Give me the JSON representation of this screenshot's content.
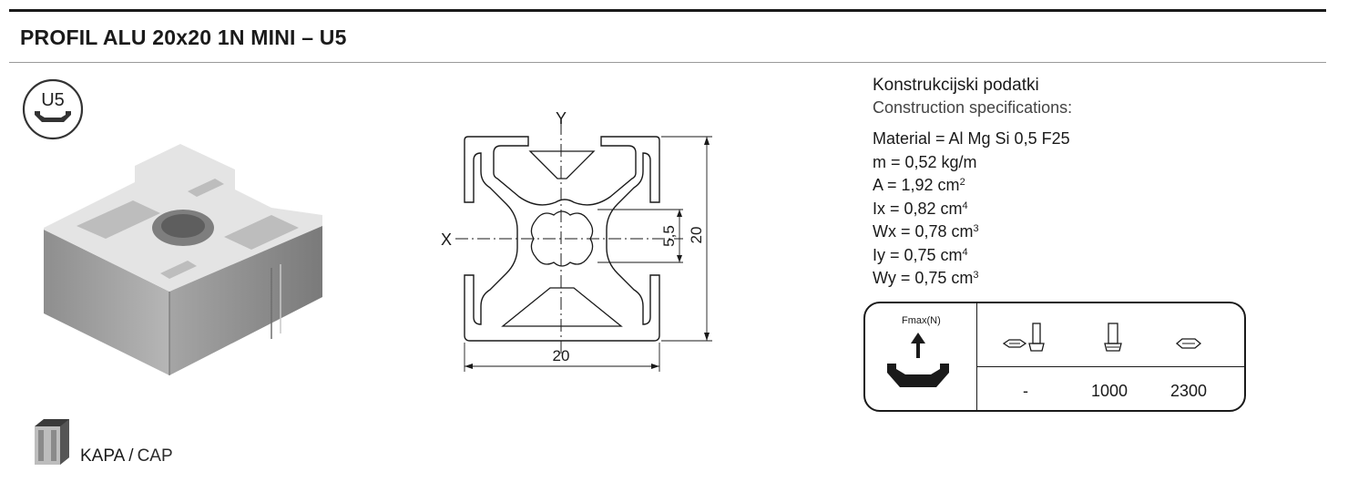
{
  "header": {
    "title": "PROFIL ALU 20x20 1N MINI – U5"
  },
  "badge": {
    "label": "U5",
    "icon": "u5-slot-badge-icon"
  },
  "section": {
    "axis_x": "X",
    "axis_y": "Y",
    "dim_width": "20",
    "dim_height": "20",
    "dim_bore": "5,5"
  },
  "cap": {
    "label_local": "KAPA",
    "separator": "/",
    "label_en": "CAP",
    "icon": "end-cap-icon"
  },
  "specs": {
    "heading_local": "Konstrukcijski podatki",
    "heading_en": "Construction specifications:",
    "material": "Material = Al Mg Si 0,5 F25",
    "mass": "m = 0,52 kg/m",
    "area": "A = 1,92 cm",
    "area_exp": "2",
    "ix": "Ix = 0,82 cm",
    "ix_exp": "4",
    "wx": "Wx = 0,78 cm",
    "wx_exp": "3",
    "iy": "Iy = 0,75 cm",
    "iy_exp": "4",
    "wy": "Wy = 0,75 cm",
    "wy_exp": "3"
  },
  "load_table": {
    "fmax_label": "Fmax(N)",
    "values": [
      "-",
      "1000",
      "2300"
    ]
  }
}
